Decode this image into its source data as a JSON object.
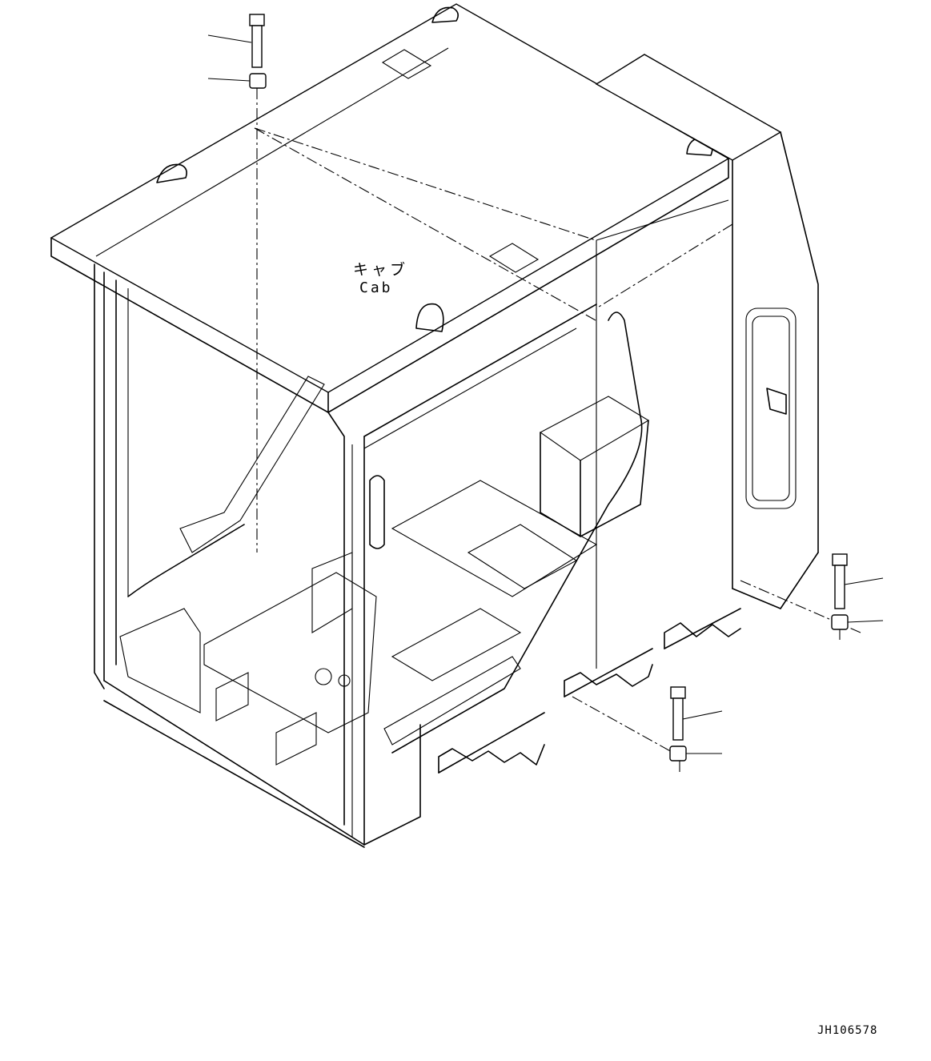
{
  "labels": {
    "cab_japanese": "キャブ",
    "cab_english": "Cab"
  },
  "drawing_number": "JH106578",
  "colors": {
    "line": "#000000",
    "background": "#ffffff"
  },
  "parts": [
    {
      "name": "bolt",
      "icon": "bolt-icon"
    },
    {
      "name": "nut",
      "icon": "nut-icon"
    }
  ]
}
